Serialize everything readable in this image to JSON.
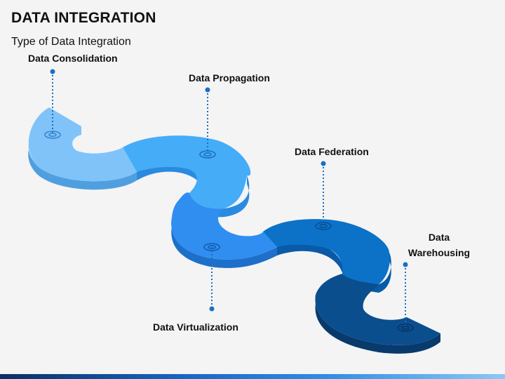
{
  "header": {
    "title": "DATA INTEGRATION",
    "subtitle": "Type of Data Integration"
  },
  "stages": [
    {
      "label": "Data Consolidation",
      "color": "#7fc3f9"
    },
    {
      "label": "Data Propagation",
      "color": "#45acf8"
    },
    {
      "label": "Data Virtualization",
      "color": "#2f8ef0"
    },
    {
      "label": "Data Federation",
      "color": "#0b72c8"
    },
    {
      "label": "Data Warehousing",
      "color": "#0b4e8e"
    }
  ],
  "warehousing_lines": [
    "Data",
    "Warehousing"
  ],
  "palette": {
    "connector": "#1a6fc4",
    "footer_dark": "#0b2e66",
    "footer_light": "#8cc8f5"
  }
}
